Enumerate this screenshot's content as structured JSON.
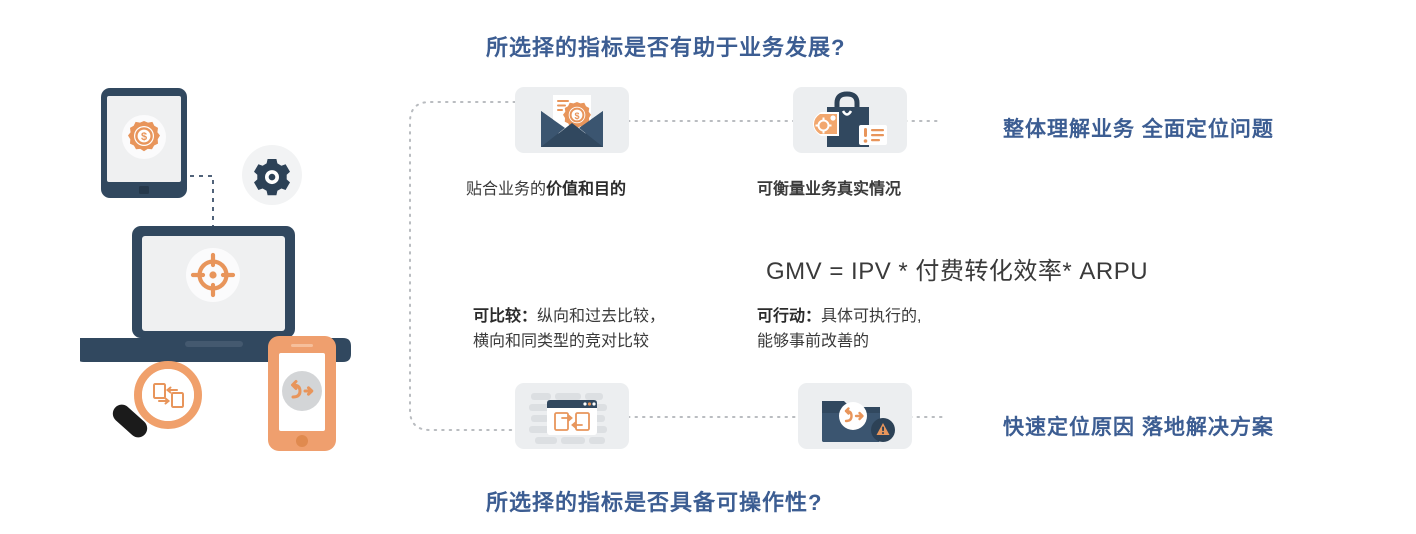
{
  "palette": {
    "heading_blue": "#3c5d92",
    "navy": "#31485f",
    "navy_dark": "#2c4156",
    "orange": "#e8955b",
    "orange_dark": "#d9813f",
    "tile_grey": "#eceef0",
    "text_grey": "#3a3a3a",
    "white": "#ffffff",
    "background": "#ffffff"
  },
  "headings": {
    "top": "所选择的指标是否有助于业务发展?",
    "bottom": "所选择的指标是否具备可操作性?"
  },
  "side_headings": {
    "top": "整体理解业务 全面定位问题",
    "bottom": "快速定位原因 落地解决方案"
  },
  "captions": {
    "c1_plain": "贴合业务的",
    "c1_bold": "价值和目的",
    "c2": "可衡量业务真实情况",
    "c3_bold": "可比较：",
    "c3_line1": "纵向和过去比较，",
    "c3_line2": "横向和同类型的竞对比较",
    "c4_bold": "可行动：",
    "c4_line1": "具体可执行的,",
    "c4_line2": "能够事前改善的"
  },
  "formula": {
    "text": "GMV = IPV * 付费转化效率* ARPU"
  },
  "tiles": [
    {
      "id": "tile-1",
      "icon": "open-envelope-with-money-seal-icon"
    },
    {
      "id": "tile-2",
      "icon": "shopping-bag-with-tag-and-alert-icon"
    },
    {
      "id": "tile-3",
      "icon": "browser-window-document-exchange-icon"
    },
    {
      "id": "tile-4",
      "icon": "folder-transfer-with-warning-icon"
    }
  ],
  "left_illustration": {
    "tablet_icon": "money-seal-badge-icon",
    "gear_icon": "gear-icon",
    "laptop_icon": "target-crosshair-icon",
    "magnifier_icon": "magnifying-glass-document-exchange-icon",
    "phone_icon": "data-transfer-arrows-icon"
  },
  "connectors": {
    "bracket": "dotted-bracket-connector",
    "tablet_to_laptop": "dotted-connector",
    "laptop_to_phone": "dotted-connector",
    "tile1_to_side": "dotted-connector",
    "tile3_to_side": "dotted-connector"
  }
}
